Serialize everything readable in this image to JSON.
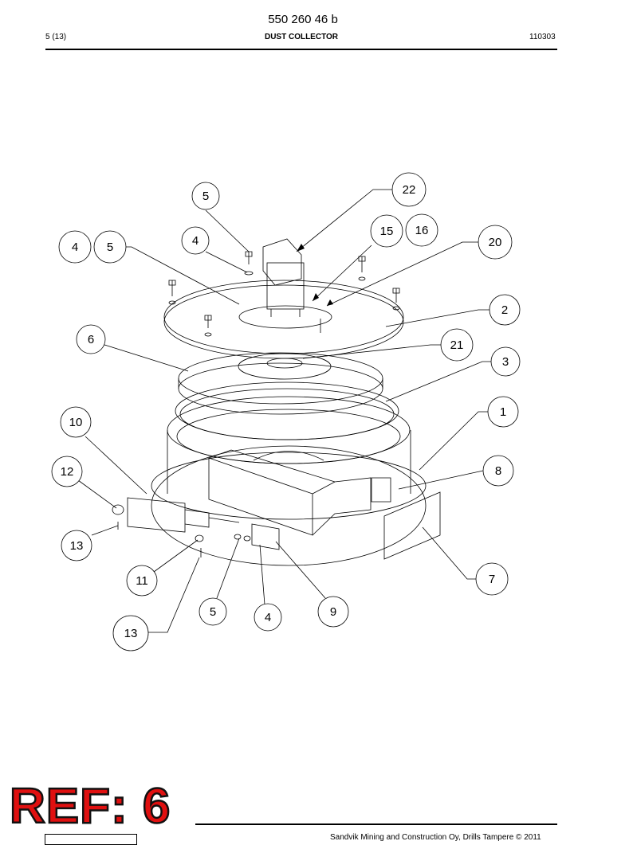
{
  "header": {
    "doc_number": "550 260 46 b",
    "page": "5 (13)",
    "title": "DUST COLLECTOR",
    "date": "110303"
  },
  "drawing": {
    "callouts": [
      "22",
      "5",
      "15",
      "16",
      "4",
      "5",
      "20",
      "4",
      "2",
      "21",
      "6",
      "3",
      "1",
      "10",
      "12",
      "8",
      "13",
      "7",
      "11",
      "5",
      "4",
      "9",
      "13"
    ]
  },
  "stamp": "REF: 6",
  "footer": {
    "copyright": "Sandvik Mining and Construction Oy, Drills Tampere © 2011"
  }
}
